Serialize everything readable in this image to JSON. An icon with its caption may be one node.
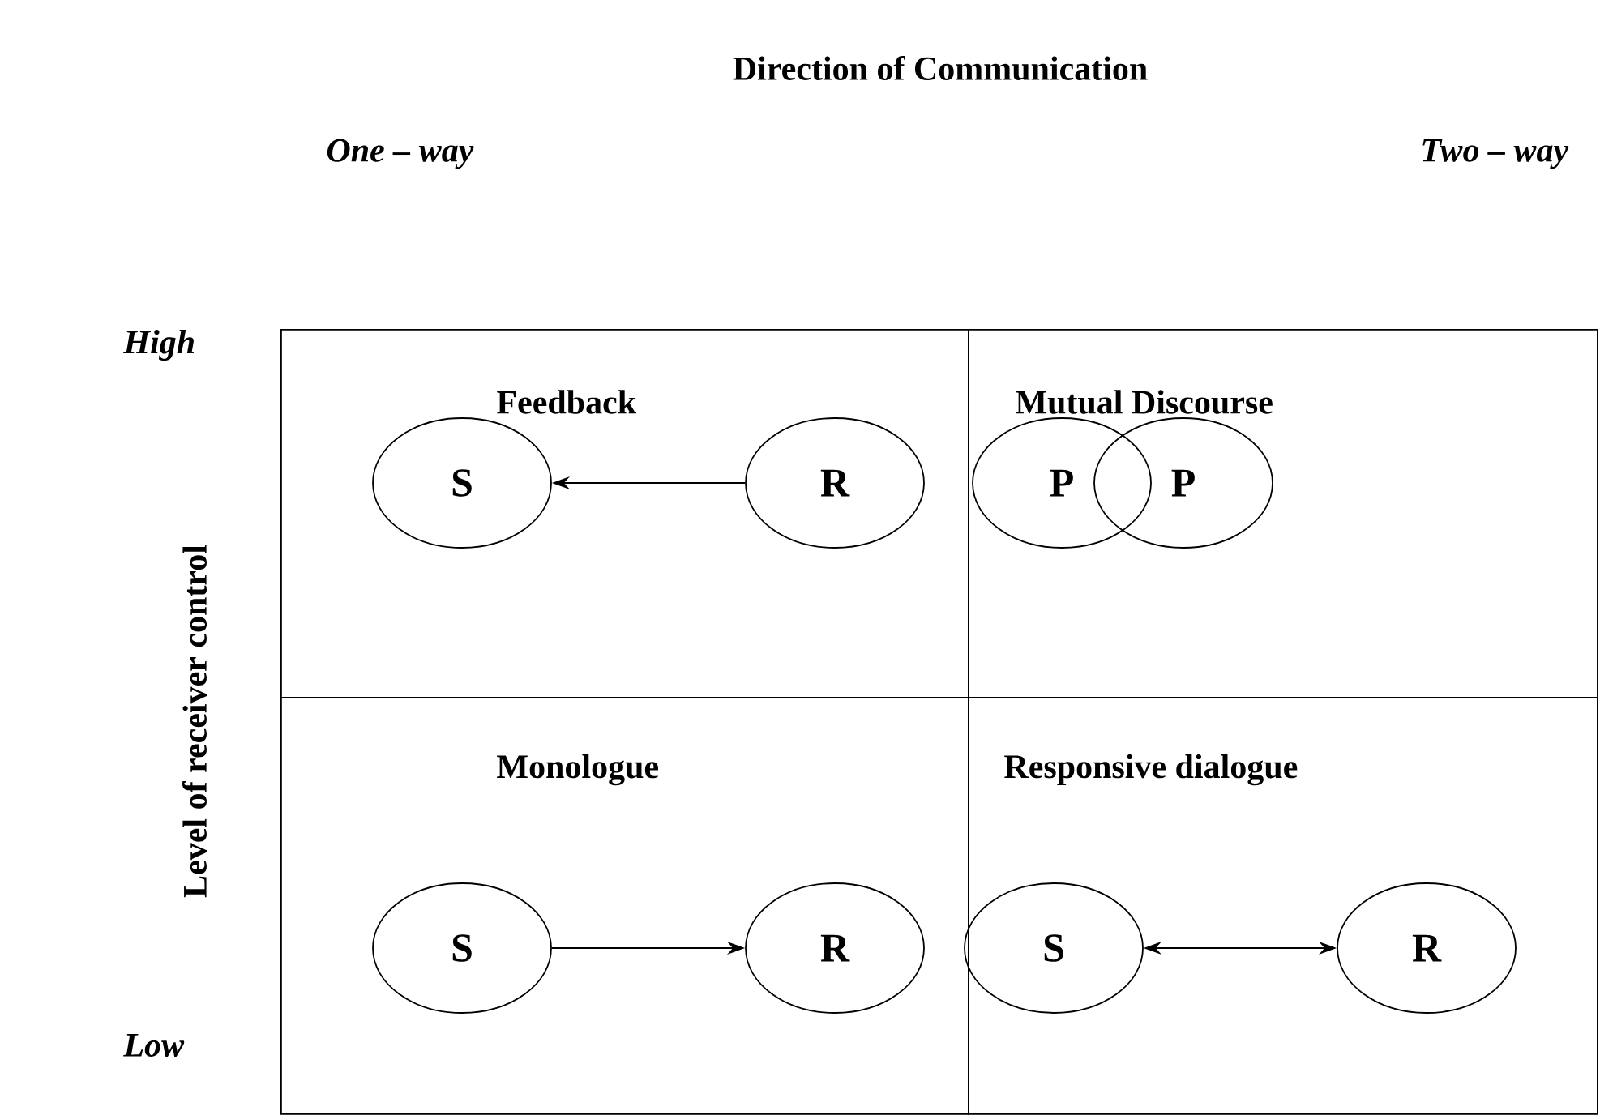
{
  "diagram": {
    "title": "Direction of Communication",
    "nodes": [
      {
        "text": [
          "Feedback"
        ]
      },
      {
        "text": [
          "S"
        ],
        "in": 0
      },
      {
        "text": [
          "R"
        ],
        "in": 0
      },
      {
        "text": [
          "Mutual Discourse"
        ]
      },
      {
        "text": [
          "P"
        ],
        "in": 3
      },
      {
        "text": [
          "P"
        ],
        "in": 3
      },
      {
        "text": [
          "Monologue"
        ]
      },
      {
        "text": [
          "S"
        ],
        "in": 6
      },
      {
        "text": [
          "R"
        ],
        "in": 6
      },
      {
        "text": [
          "Responsive dialogue"
        ]
      },
      {
        "text": [
          "S"
        ],
        "in": 9
      },
      {
        "text": [
          "R"
        ],
        "in": 9
      }
    ],
    "edges": [
      {
        "from": 2,
        "to": 1,
        "arrow": "to"
      },
      {
        "from": 7,
        "to": 8,
        "arrow": "to"
      },
      {
        "from": 10,
        "to": 11,
        "arrow": "both"
      }
    ],
    "labels": [
      "One – way",
      "Two – way",
      "High",
      "Level of receiver control",
      "Low"
    ]
  }
}
